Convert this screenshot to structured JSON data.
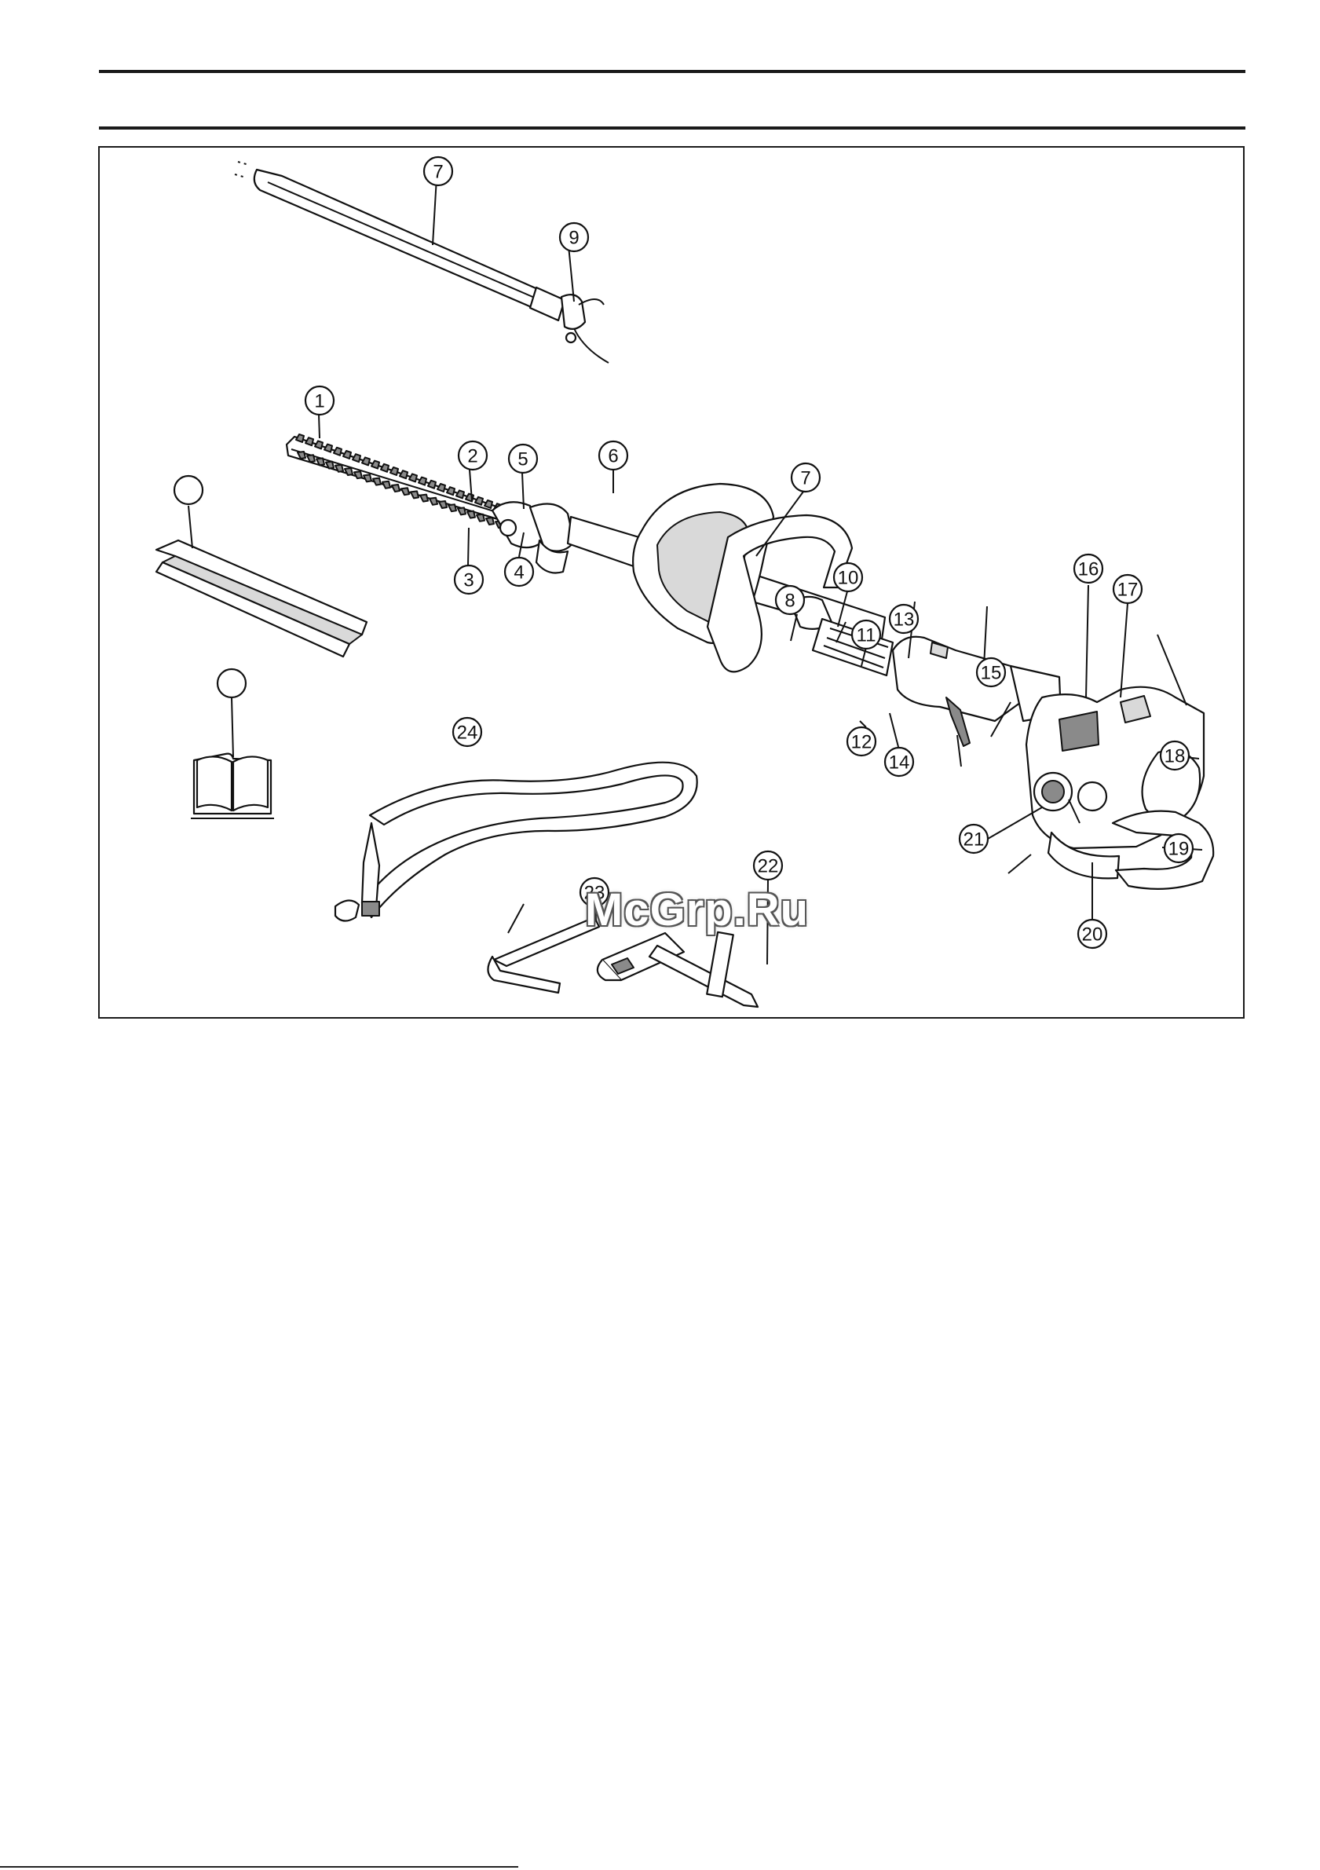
{
  "document": {
    "figure": {
      "callouts": [
        {
          "id": "c1",
          "label": "1"
        },
        {
          "id": "c2",
          "label": "2"
        },
        {
          "id": "c3",
          "label": "3"
        },
        {
          "id": "c4",
          "label": "4"
        },
        {
          "id": "c5",
          "label": "5"
        },
        {
          "id": "c6",
          "label": "6"
        },
        {
          "id": "c7a",
          "label": "7"
        },
        {
          "id": "c7b",
          "label": "7"
        },
        {
          "id": "c8",
          "label": "8"
        },
        {
          "id": "c9",
          "label": "9"
        },
        {
          "id": "c10",
          "label": "10"
        },
        {
          "id": "c11",
          "label": "11"
        },
        {
          "id": "c12",
          "label": "12"
        },
        {
          "id": "c13",
          "label": "13"
        },
        {
          "id": "c14",
          "label": "14"
        },
        {
          "id": "c15",
          "label": "15"
        },
        {
          "id": "c16",
          "label": "16"
        },
        {
          "id": "c17",
          "label": "17"
        },
        {
          "id": "c18",
          "label": "18"
        },
        {
          "id": "c19",
          "label": "19"
        },
        {
          "id": "c20",
          "label": "20"
        },
        {
          "id": "c21",
          "label": "21"
        },
        {
          "id": "c22",
          "label": "22"
        },
        {
          "id": "c23",
          "label": "23"
        },
        {
          "id": "c24",
          "label": "24"
        },
        {
          "id": "cA",
          "label": ""
        },
        {
          "id": "cB",
          "label": ""
        }
      ]
    },
    "watermark": "McGrp.Ru"
  }
}
